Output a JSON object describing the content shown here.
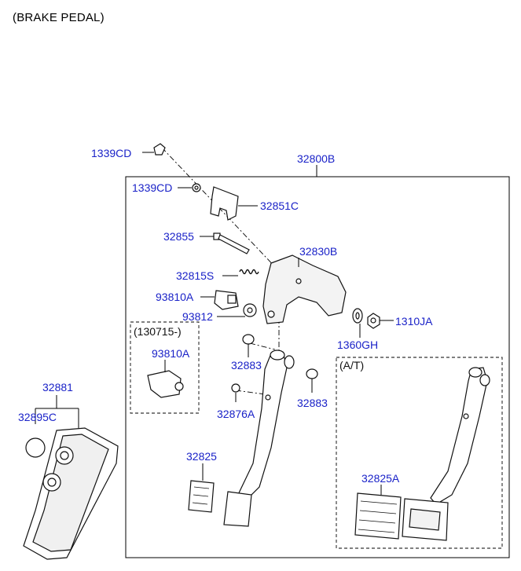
{
  "title": "(BRAKE PEDAL)",
  "labels": {
    "p1339cd_outer": "1339CD",
    "p32800b": "32800B",
    "p1339cd_inner": "1339CD",
    "p32851c": "32851C",
    "p32855": "32855",
    "p32830b": "32830B",
    "p32815s": "32815S",
    "p93810a": "93810A",
    "p93812": "93812",
    "p1360gh": "1360GH",
    "p1310ja": "1310JA",
    "p130715": "(130715-)",
    "p93810a_box": "93810A",
    "p32883_a": "32883",
    "p32883_b": "32883",
    "p32876a": "32876A",
    "p32825": "32825",
    "p_at": "(A/T)",
    "p32825a": "32825A",
    "p32881": "32881",
    "p32895c": "32895C"
  },
  "colors": {
    "label": "#1a22c8",
    "line": "#000000"
  }
}
